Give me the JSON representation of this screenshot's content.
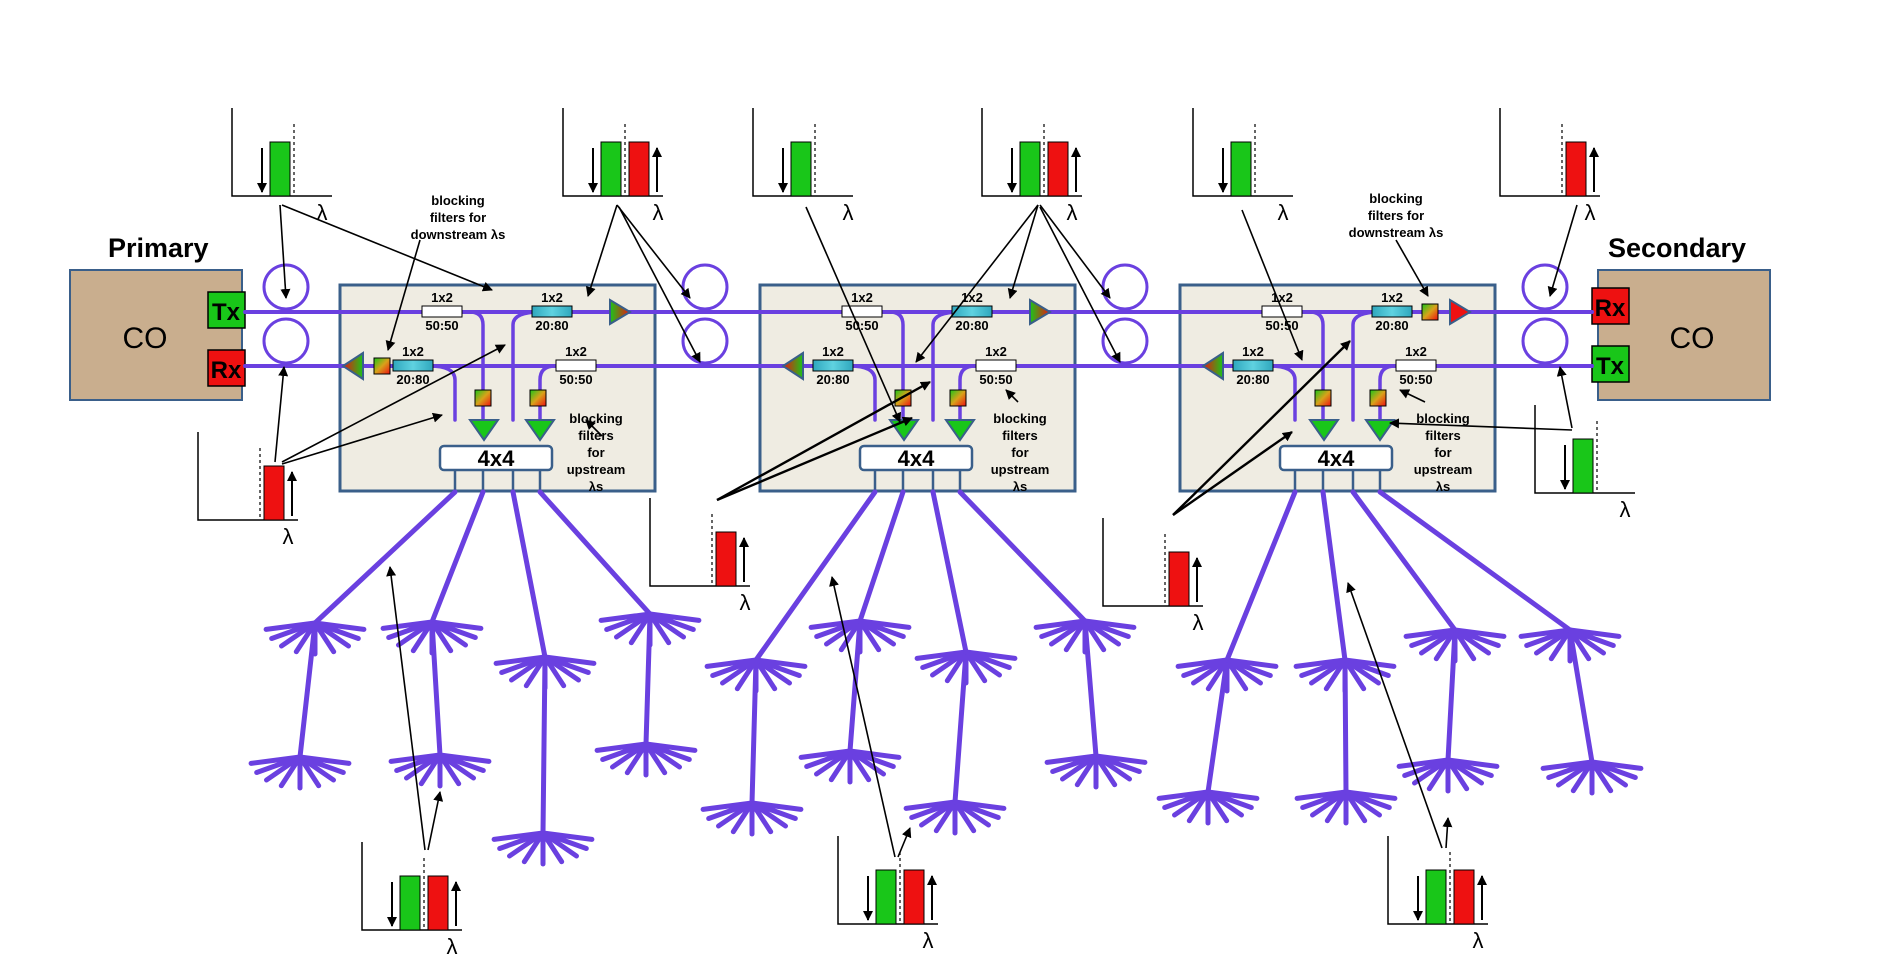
{
  "colors": {
    "fiber": "#6a40e0",
    "co_fill": "#c9ae8e",
    "node_fill": "#efece2",
    "node_stroke": "#3a5f8a",
    "down": "#19c619",
    "up": "#ee1111",
    "coupler": "#2fa7bd"
  },
  "primary": {
    "title": "Primary",
    "co": "CO",
    "tx": "Tx",
    "rx": "Rx"
  },
  "secondary": {
    "title": "Secondary",
    "co": "CO",
    "rx": "Rx",
    "tx": "Tx"
  },
  "lambda": "λ",
  "nodes": [
    {
      "split_a_name": "1x2",
      "split_a_ratio": "50:50",
      "split_b_name": "1x2",
      "split_b_ratio": "20:80",
      "split_c_name": "1x2",
      "split_c_ratio": "20:80",
      "split_d_name": "1x2",
      "split_d_ratio": "50:50",
      "switch": "4x4",
      "note": "blocking filters for upstream λs"
    },
    {
      "split_a_name": "1x2",
      "split_a_ratio": "50:50",
      "split_b_name": "1x2",
      "split_b_ratio": "20:80",
      "split_c_name": "1x2",
      "split_c_ratio": "20:80",
      "split_d_name": "1x2",
      "split_d_ratio": "50:50",
      "switch": "4x4",
      "note": "blocking filters for upstream λs"
    },
    {
      "split_a_name": "1x2",
      "split_a_ratio": "50:50",
      "split_b_name": "1x2",
      "split_b_ratio": "20:80",
      "split_c_name": "1x2",
      "split_c_ratio": "20:80",
      "split_d_name": "1x2",
      "split_d_ratio": "50:50",
      "switch": "4x4",
      "note": "blocking filters for upstream λs"
    }
  ],
  "annotations": {
    "down_filters_1": "blocking filters for downstream λs",
    "down_filters_3": "blocking filters for downstream λs"
  },
  "spectra": [
    {
      "bars": [
        "down"
      ]
    },
    {
      "bars": [
        "down",
        "up"
      ]
    },
    {
      "bars": [
        "down"
      ]
    },
    {
      "bars": [
        "down",
        "up"
      ]
    },
    {
      "bars": [
        "down"
      ]
    },
    {
      "bars": [
        "up"
      ]
    },
    {
      "bars": [
        "up"
      ]
    },
    {
      "bars": [
        "up"
      ]
    },
    {
      "bars": [
        "up"
      ]
    },
    {
      "bars": [
        "down"
      ]
    },
    {
      "bars": [
        "down",
        "up"
      ]
    },
    {
      "bars": [
        "down",
        "up"
      ]
    },
    {
      "bars": [
        "down",
        "up"
      ]
    }
  ]
}
